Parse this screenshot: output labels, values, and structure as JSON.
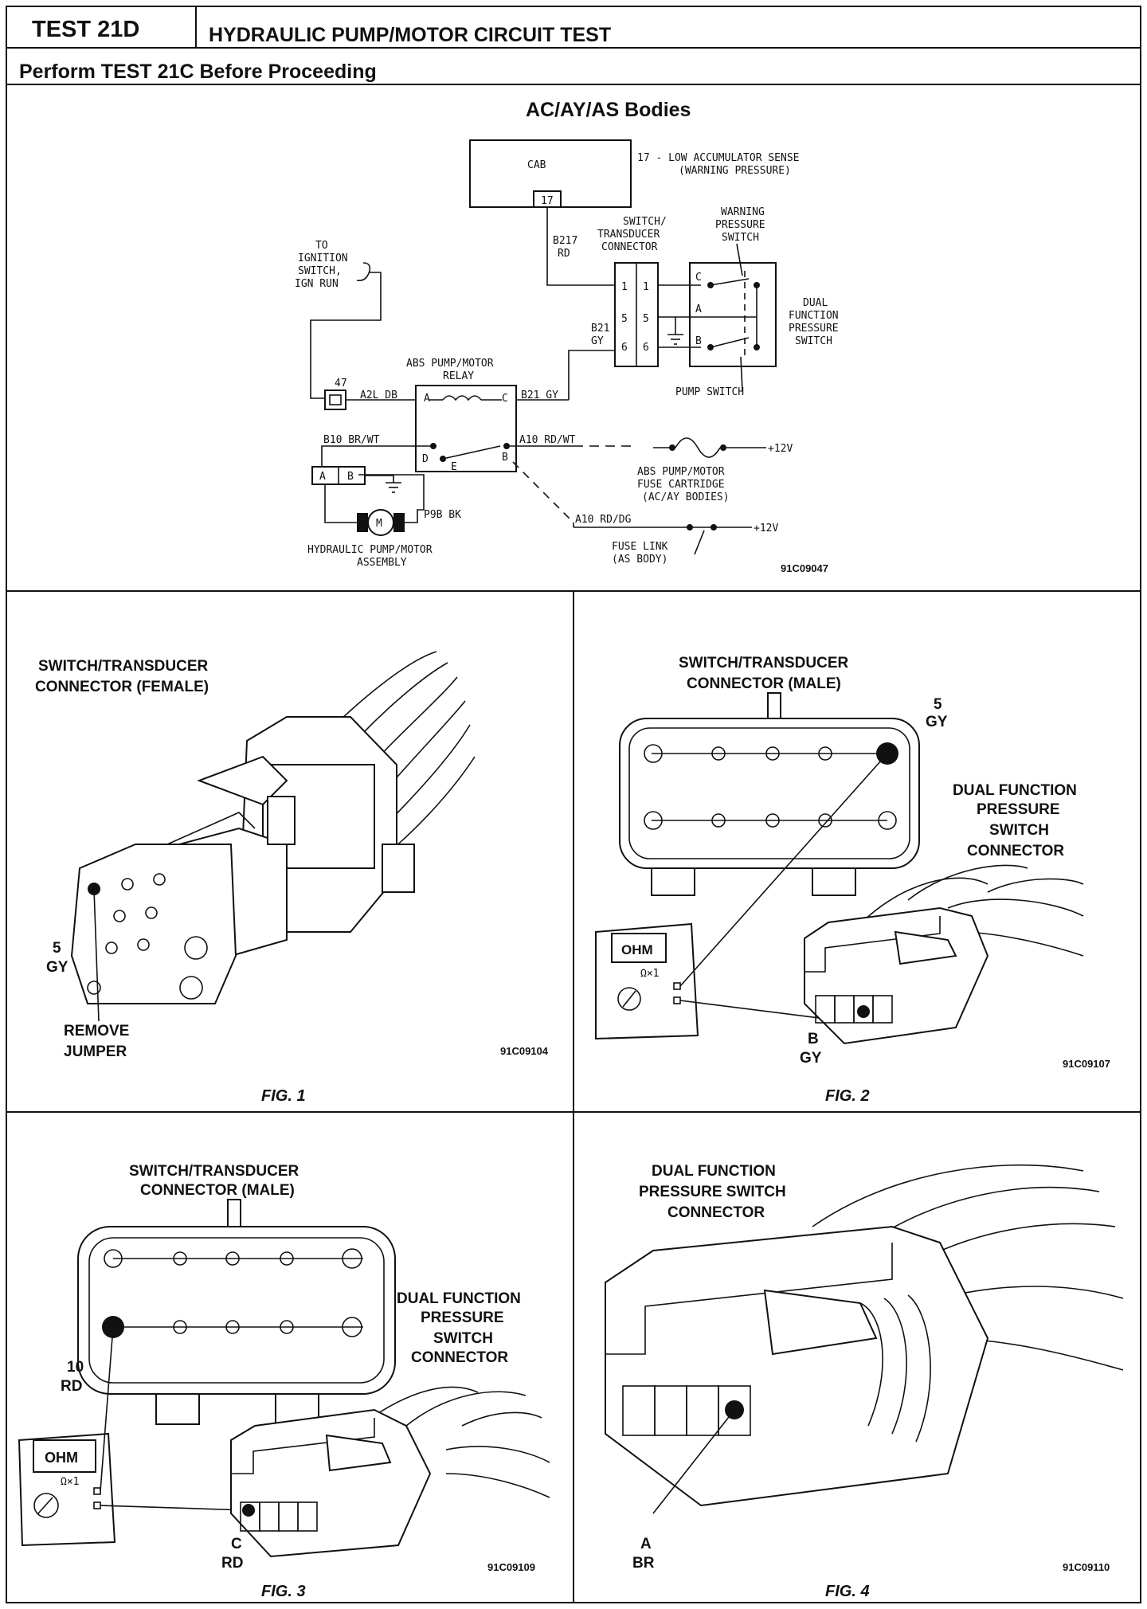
{
  "header": {
    "test_id": "TEST 21D",
    "test_title": "HYDRAULIC PUMP/MOTOR CIRCUIT TEST",
    "prerequisite": "Perform TEST 21C Before Proceeding"
  },
  "schematic": {
    "title": "AC/AY/AS Bodies",
    "cab": "CAB",
    "cab_pin": "17",
    "cab_note_1": "17 - LOW ACCUMULATOR SENSE",
    "cab_note_2": "(WARNING PRESSURE)",
    "wire_b217": "B217",
    "wire_b217_color": "RD",
    "switch_conn_1": "SWITCH/",
    "switch_conn_2": "TRANSDUCER",
    "switch_conn_3": "CONNECTOR",
    "warning_1": "WARNING",
    "warning_2": "PRESSURE",
    "warning_3": "SWITCH",
    "dual_1": "DUAL",
    "dual_2": "FUNCTION",
    "dual_3": "PRESSURE",
    "dual_4": "SWITCH",
    "pump_switch": "PUMP SWITCH",
    "ign_1": "TO",
    "ign_2": "IGNITION",
    "ign_3": "SWITCH,",
    "ign_4": "IGN RUN",
    "pin_1": "1",
    "pin_5": "5",
    "pin_6": "6",
    "pin_c": "C",
    "pin_a": "A",
    "pin_b": "B",
    "wire_b21": "B21",
    "wire_b21_color": "GY",
    "relay_1": "ABS PUMP/MOTOR",
    "relay_2": "RELAY",
    "fuse_47": "47",
    "wire_a2l": "A2L DB",
    "relay_a": "A",
    "relay_c": "C",
    "relay_d": "D",
    "relay_e": "E",
    "relay_b": "B",
    "wire_b21_gy": "B21 GY",
    "wire_b10": "B10 BR/WT",
    "wire_a10": "A10 RD/WT",
    "plus12_a": "+12V",
    "fuse_cart_1": "ABS PUMP/MOTOR",
    "fuse_cart_2": "FUSE CARTRIDGE",
    "fuse_cart_3": "(AC/AY BODIES)",
    "motor_conn_a": "A",
    "motor_conn_b": "B",
    "motor_m": "M",
    "wire_p9b": "P9B BK",
    "motor_1": "HYDRAULIC PUMP/MOTOR",
    "motor_2": "ASSEMBLY",
    "wire_a10_dg": "A10 RD/DG",
    "plus12_b": "+12V",
    "fuse_link_1": "FUSE LINK",
    "fuse_link_2": "(AS BODY)",
    "code": "91C09047"
  },
  "fig1": {
    "title_1": "SWITCH/TRANSDUCER",
    "title_2": "CONNECTOR (FEMALE)",
    "pin_num": "5",
    "pin_color": "GY",
    "remove_1": "REMOVE",
    "remove_2": "JUMPER",
    "code": "91C09104",
    "caption": "FIG. 1"
  },
  "fig2": {
    "title_1": "SWITCH/TRANSDUCER",
    "title_2": "CONNECTOR (MALE)",
    "pin_num": "5",
    "pin_color": "GY",
    "dual_1": "DUAL FUNCTION",
    "dual_2": "PRESSURE",
    "dual_3": "SWITCH",
    "dual_4": "CONNECTOR",
    "meter": "OHM",
    "meter_range": "Ω×1",
    "b_pin": "B",
    "b_color": "GY",
    "code": "91C09107",
    "caption": "FIG. 2"
  },
  "fig3": {
    "title_1": "SWITCH/TRANSDUCER",
    "title_2": "CONNECTOR (MALE)",
    "dual_1": "DUAL FUNCTION",
    "dual_2": "PRESSURE",
    "dual_3": "SWITCH",
    "dual_4": "CONNECTOR",
    "pin_num": "10",
    "pin_color": "RD",
    "meter": "OHM",
    "meter_range": "Ω×1",
    "c_pin": "C",
    "c_color": "RD",
    "code": "91C09109",
    "caption": "FIG. 3"
  },
  "fig4": {
    "title_1": "DUAL FUNCTION",
    "title_2": "PRESSURE SWITCH",
    "title_3": "CONNECTOR",
    "a_pin": "A",
    "a_color": "BR",
    "code": "91C09110",
    "caption": "FIG. 4"
  }
}
